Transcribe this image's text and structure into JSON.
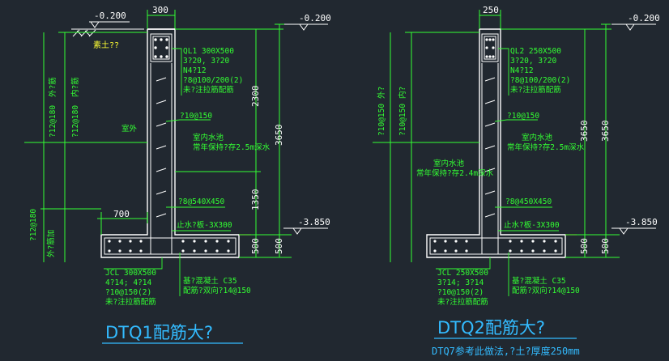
{
  "left": {
    "top_dim": "300",
    "level_top_left": "-0.200",
    "level_top_right": "-0.200",
    "fill_label": "素土??",
    "ql": "QL1  300X500",
    "ql_bars": "3?20, 3?20",
    "ql_n": "N4?12",
    "ql_stirrup": "?8@100/200(2)",
    "ql_note": "未?注拉筋配筋",
    "vert_bar": "?10@150",
    "outside_label": "室外",
    "inside_water": "室内水池",
    "inside_water2": "常年保持?存2.5m深水",
    "stirrup_bottom": "?8@540X450",
    "waterstop": "止水?板-3X300",
    "level_bottom": "-3.850",
    "dim_2300": "2300",
    "dim_1350": "1350",
    "dim_3650": "3650",
    "dim_500a": "500",
    "dim_500b": "500",
    "dim_700": "700",
    "outer_v1": "外?筋",
    "outer_v2": "?12@180",
    "inner_v1": "内?筋",
    "inner_v2": "?12@180",
    "base_v1": "?12@180",
    "base_v2": "外?筋加",
    "jcl": "JCL  300X500",
    "jcl_bars": "4?14; 4?14",
    "jcl_stirrup": "?10@150(2)",
    "jcl_note": "未?注拉筋配筋",
    "concrete": "基?混凝土 C35",
    "base_bars": "配筋?双向?14@150",
    "title": "DTQ1配筋大?"
  },
  "right": {
    "top_dim": "250",
    "level_top": "-0.200",
    "ql": "QL2  250X500",
    "ql_bars": "3?20, 3?20",
    "ql_n": "N4?12",
    "ql_stirrup": "?8@100/200(2)",
    "ql_note": "未?注拉筋配筋",
    "vert_bar": "?10@150",
    "inside_water": "室内水池",
    "inside_water2": "常年保持?存2.5m深水",
    "inside_water3": "室内水池",
    "inside_water4": "常年保持?存2.4m深水",
    "stirrup_bottom": "?8@450X450",
    "waterstop": "止水?板-3X300",
    "level_bottom": "-3.850",
    "dim_3650a": "3650",
    "dim_3650b": "3650",
    "dim_500a": "500",
    "dim_500b": "500",
    "outer_v1": "?10@150",
    "outer_v2": "?10@150",
    "side_a": "外?",
    "side_b": "内?",
    "jcl": "JCL  250X500",
    "jcl_bars": "3?14; 3?14",
    "jcl_stirrup": "?10@150(2)",
    "jcl_note": "未?注拉筋配筋",
    "concrete": "基?混凝土 C35",
    "base_bars": "配筋?双向?14@150",
    "title": "DTQ2配筋大?",
    "note": "DTQ7参考此做法,?土?厚度250mm"
  }
}
